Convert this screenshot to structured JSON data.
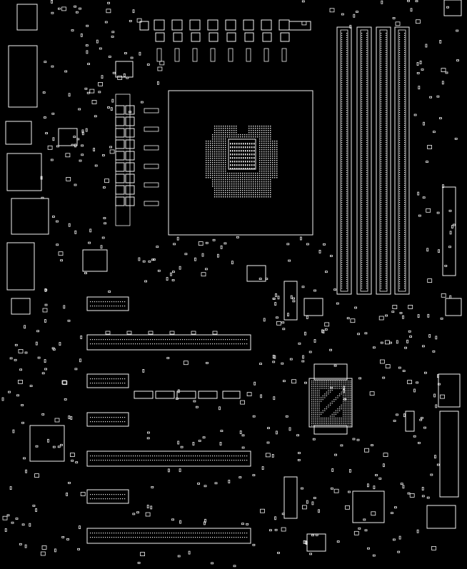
{
  "board": {
    "background": "#000000",
    "outline_color": "#f2f2f2",
    "note": ""
  },
  "groups": {
    "cpu_socket": {
      "icon": "cpu-socket-icon"
    },
    "dimm_slots": {
      "count": 4
    },
    "pcie_slots": {
      "long": 3,
      "short": 4
    },
    "chipset": {
      "icon": "bga-chip-icon"
    },
    "rear_io": {
      "icon": "io-connector-icon"
    }
  }
}
